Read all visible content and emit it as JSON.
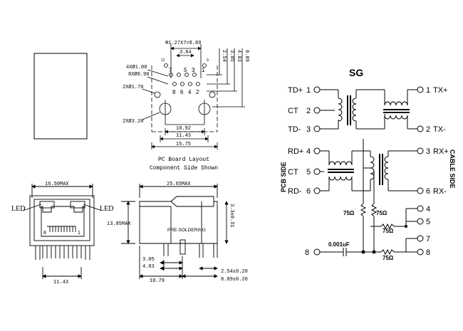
{
  "drawing": {
    "pcb_layout": {
      "dims": [
        "Ф1.27X7=8.89",
        "3.84",
        "2.54",
        "3.05",
        "4.83",
        "8.89",
        "10.92",
        "11.43",
        "15.75"
      ],
      "holes": [
        "4XØ1.00",
        "8XØ0.90",
        "2XØ1.70",
        "2XØ3.20"
      ],
      "pins_top": [
        "7",
        "5",
        "3",
        "1"
      ],
      "pins_bottom": [
        "8",
        "6",
        "4",
        "2"
      ],
      "pin_small_a": "12",
      "pin_small_b": "9",
      "caption1": "PC Board Layout",
      "caption2": "Component Side Shown"
    },
    "front_view": {
      "width": "16.50MAX",
      "led_left": "LED",
      "led_right": "LED",
      "pin1": "1",
      "pin8": "8",
      "pitch": "11.43"
    },
    "side_view": {
      "length": "25.65MAX",
      "height": "13.85MAX",
      "standoff": "3.3±0.51",
      "note": "PRE-SOLDERING",
      "d1": "3.05",
      "d2": "4.83",
      "d3": "10.79",
      "d4": "2.54±0.20",
      "d5": "8.89±0.20"
    },
    "schematic": {
      "title": "SG",
      "left_labels": [
        "TD+",
        "CT",
        "TD-",
        "RD+",
        "CT",
        "RD-"
      ],
      "left_nums": [
        "1",
        "2",
        "3",
        "4",
        "5",
        "6"
      ],
      "right_labels": [
        "TX+",
        "TX-",
        "RX+",
        "RX-"
      ],
      "right_nums": [
        "1",
        "2",
        "3",
        "6"
      ],
      "bottom_nums": [
        "4",
        "5",
        "7",
        "8"
      ],
      "left_bottom_num": "8",
      "pcb_side": "PCB SIDE",
      "cable_side": "CABLE SIDE",
      "r1": "75Ω",
      "r2": "75Ω",
      "r3": "75Ω",
      "r4": "75Ω",
      "cap": "0.001uF"
    }
  }
}
